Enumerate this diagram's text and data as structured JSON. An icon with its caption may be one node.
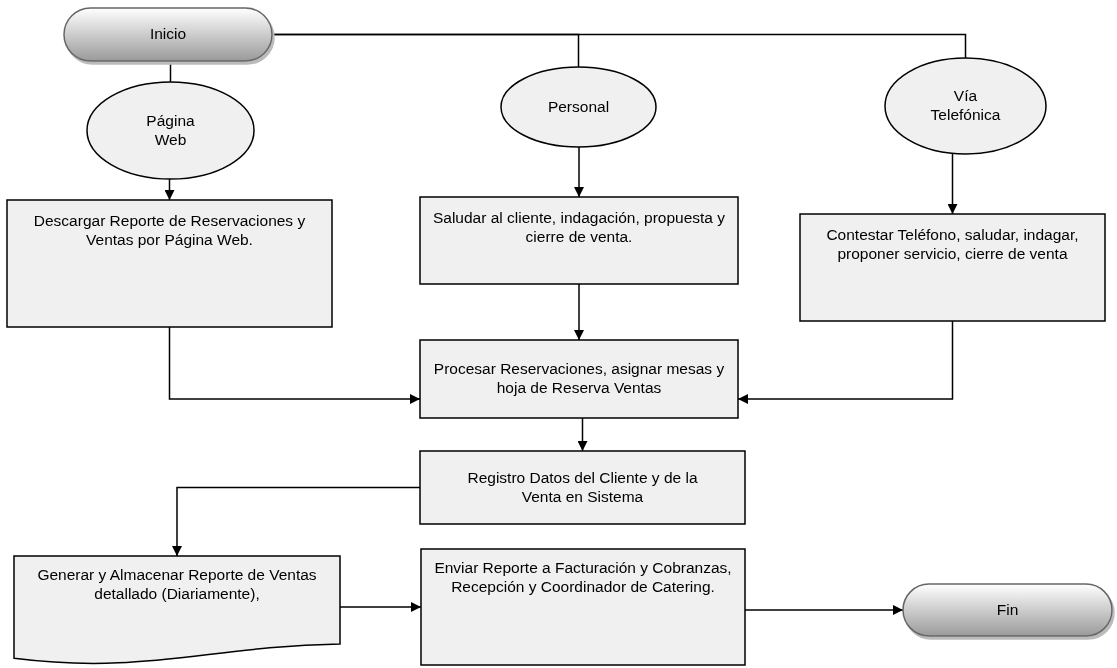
{
  "diagram": {
    "nodes": [
      {
        "text": [
          "Inicio"
        ]
      },
      {
        "text": [
          "Página Web"
        ]
      },
      {
        "text": [
          "Personal"
        ]
      },
      {
        "text": [
          "Vía Telefónica"
        ]
      },
      {
        "text": [
          "Descargar Reporte de Reservaciones y Ventas por Página Web."
        ]
      },
      {
        "text": [
          "Saludar al cliente, indagación, propuesta y cierre de venta."
        ]
      },
      {
        "text": [
          "Contestar Teléfono, saludar, indagar, proponer servicio, cierre de venta"
        ]
      },
      {
        "text": [
          "Procesar Reservaciones, asignar mesas y hoja de Reserva Ventas"
        ]
      },
      {
        "text": [
          "Registro Datos del Cliente y de la Venta en Sistema"
        ]
      },
      {
        "text": [
          "Generar y Almacenar Reporte de Ventas detallado (Diariamente),"
        ]
      },
      {
        "text": [
          "Enviar Reporte a Facturación y Cobranzas, Recepción y Coordinador de Catering."
        ]
      },
      {
        "text": [
          "Fin"
        ]
      }
    ],
    "edges": [
      {
        "from": 0,
        "to": 1,
        "arrow": "none"
      },
      {
        "from": 0,
        "to": 2,
        "arrow": "none"
      },
      {
        "from": 0,
        "to": 3,
        "arrow": "none"
      },
      {
        "from": 1,
        "to": 4,
        "arrow": "to"
      },
      {
        "from": 2,
        "to": 5,
        "arrow": "to"
      },
      {
        "from": 3,
        "to": 6,
        "arrow": "to"
      },
      {
        "from": 4,
        "to": 7,
        "arrow": "to"
      },
      {
        "from": 5,
        "to": 7,
        "arrow": "to"
      },
      {
        "from": 6,
        "to": 7,
        "arrow": "to"
      },
      {
        "from": 7,
        "to": 8,
        "arrow": "to"
      },
      {
        "from": 8,
        "to": 9,
        "arrow": "to"
      },
      {
        "from": 9,
        "to": 10,
        "arrow": "to"
      },
      {
        "from": 10,
        "to": 11,
        "arrow": "to"
      }
    ]
  }
}
